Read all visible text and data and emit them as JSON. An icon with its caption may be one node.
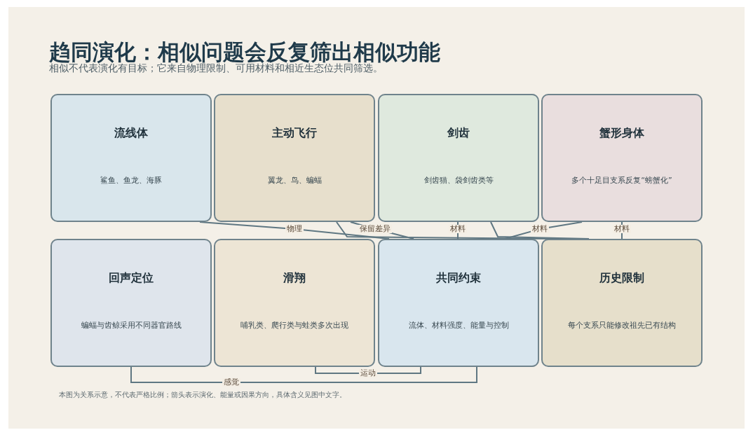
{
  "diagram": {
    "title": "趋同演化：相似问题会反复筛出相似功能",
    "caption": "本图为关系示意，不代表严格比例；箭头表示演化、能量或因果方向，具体含义见图中文字。",
    "labels": [
      "相似不代表演化有目标；它来自物理限制、可用材料和相近生态位共同筛选。"
    ],
    "nodes": [
      {
        "text": [
          "流线体",
          "鲨鱼、鱼龙、海豚"
        ]
      },
      {
        "text": [
          "主动飞行",
          "翼龙、鸟、蝙蝠"
        ]
      },
      {
        "text": [
          "剑齿",
          "剑齿猫、袋剑齿类等"
        ]
      },
      {
        "text": [
          "蟹形身体",
          "多个十足目支系反复“螃蟹化”"
        ]
      },
      {
        "text": [
          "回声定位",
          "蝙蝠与齿鲸采用不同器官路线"
        ]
      },
      {
        "text": [
          "滑翔",
          "哺乳类、爬行类与蛙类多次出现"
        ]
      },
      {
        "text": [
          "共同约束",
          "流体、材料强度、能量与控制"
        ]
      },
      {
        "text": [
          "历史限制",
          "每个支系只能修改祖先已有结构"
        ]
      }
    ],
    "edges": [
      {
        "from": 0,
        "to": 6,
        "arrow": "none",
        "label": "物理"
      },
      {
        "from": 1,
        "to": 6,
        "arrow": "none",
        "label": "保留差异"
      },
      {
        "from": 1,
        "to": 7,
        "arrow": "none"
      },
      {
        "from": 2,
        "to": 6,
        "arrow": "none",
        "label": "材料"
      },
      {
        "from": 2,
        "to": 7,
        "arrow": "none"
      },
      {
        "from": 3,
        "to": 6,
        "arrow": "none",
        "label": "材料"
      },
      {
        "from": 3,
        "to": 7,
        "arrow": "none",
        "label": "材料"
      },
      {
        "from": 4,
        "to": 6,
        "arrow": "none",
        "label": "感觉"
      },
      {
        "from": 5,
        "to": 6,
        "arrow": "none",
        "label": "运动"
      }
    ]
  }
}
